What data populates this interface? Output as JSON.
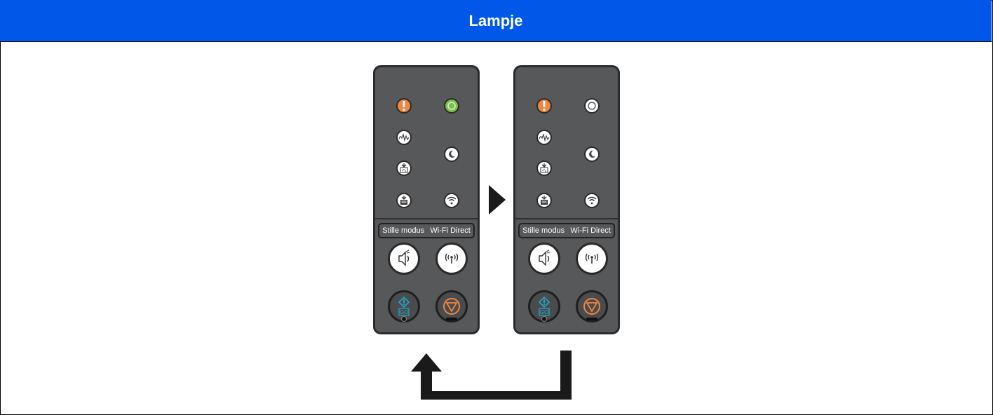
{
  "header": {
    "title": "Lampje"
  },
  "panels": [
    {
      "name": "left",
      "labels": {
        "silent_mode": "Stille modus",
        "wifi_direct": "Wi-Fi Direct"
      },
      "ready_led_state": "lit-green",
      "error_led_state": "lit-orange"
    },
    {
      "name": "right",
      "labels": {
        "silent_mode": "Stille modus",
        "wifi_direct": "Wi-Fi Direct"
      },
      "ready_led_state": "off",
      "error_led_state": "lit-orange"
    }
  ],
  "colors": {
    "header_blue": "#0057e8",
    "panel_gray": "#57585a",
    "error_orange": "#ee8640",
    "ready_green": "#7cc04b",
    "go_cyan": "#1fa8c9",
    "stop_orange": "#ee8640"
  },
  "icons": [
    "error-icon",
    "ready-icon",
    "drum-icon",
    "sleep-icon",
    "toner-icon",
    "wifi-icon",
    "paper-icon",
    "silent-mode-icon",
    "wifi-direct-icon",
    "go-icon",
    "stop-icon",
    "play-arrow-icon",
    "return-arrow-icon"
  ]
}
